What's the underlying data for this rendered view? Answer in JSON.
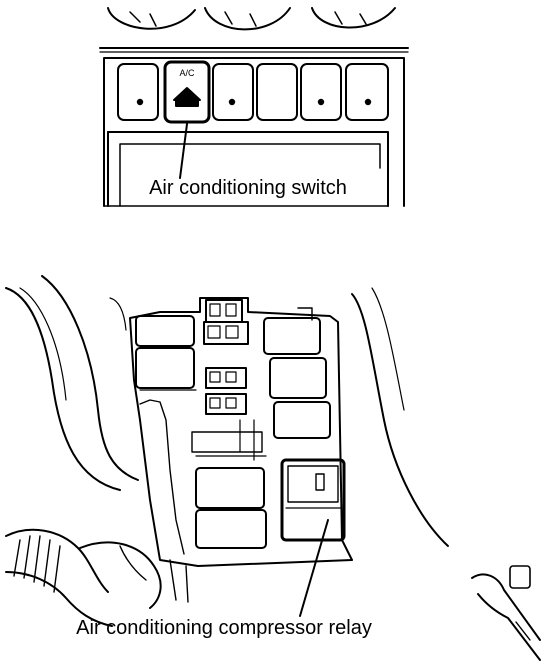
{
  "diagram": {
    "panel_top": {
      "switch_label": "A/C",
      "callout": "Air conditioning switch"
    },
    "panel_bottom": {
      "callout": "Air conditioning compressor relay"
    }
  },
  "colors": {
    "ink": "#000000",
    "paper": "#ffffff"
  }
}
